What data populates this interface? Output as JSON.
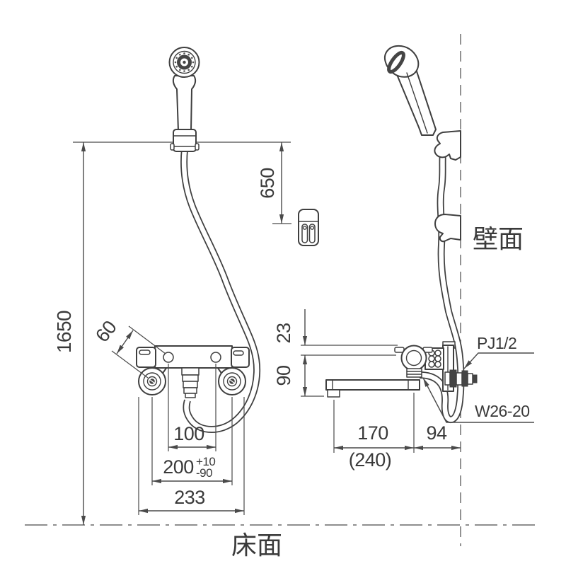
{
  "drawing": {
    "dimensions": {
      "total_height": "1650",
      "shower_hook_drop": "650",
      "body_top_offset": "23",
      "spout_drop": "90",
      "leg_length": "60",
      "outlet_pitch": "100",
      "mount_pitch": "200",
      "mount_pitch_tol_plus": "+10",
      "mount_pitch_tol_minus": "-90",
      "overall_width": "233",
      "spout_reach": "170",
      "spout_reach_alt": "(240)",
      "wall_clearance": "94"
    },
    "labels": {
      "wall_surface": "壁面",
      "floor_surface": "床面",
      "wall_thread": "PJ1/2",
      "hose_thread": "W26-20"
    }
  }
}
